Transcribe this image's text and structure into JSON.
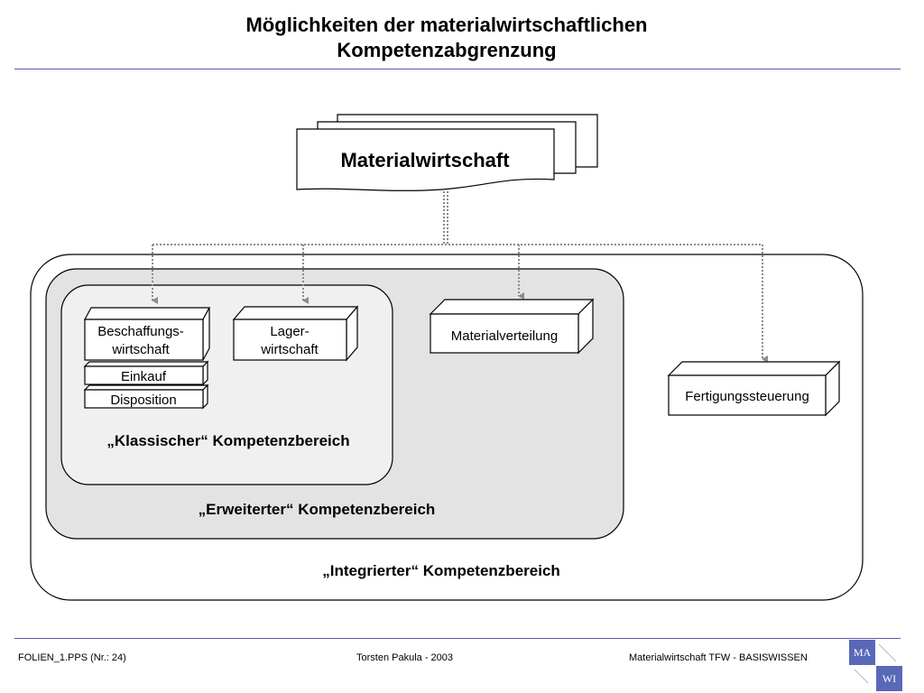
{
  "slide": {
    "title_line1": "Möglichkeiten der materialwirtschaftlichen",
    "title_line2": "Kompetenzabgrenzung"
  },
  "diagram": {
    "root": "Materialwirtschaft",
    "boxes": {
      "beschaffung_line1": "Beschaffungs-",
      "beschaffung_line2": "wirtschaft",
      "einkauf": "Einkauf",
      "disposition": "Disposition",
      "lager_line1": "Lager-",
      "lager_line2": "wirtschaft",
      "materialverteilung": "Materialverteilung",
      "fertigungssteuerung": "Fertigungssteuerung"
    },
    "zones": {
      "klassisch": "„Klassischer“ Kompetenzbereich",
      "erweitert": "„Erweiterter“ Kompetenzbereich",
      "integriert": "„Integrierter“ Kompetenzbereich"
    },
    "colors": {
      "integrated_fill": "#ffffff",
      "extended_fill": "#e3e3e3",
      "classic_fill": "#f0f0f0",
      "connector": "#8c8c8c"
    }
  },
  "footer": {
    "left": "FOLIEN_1.PPS (Nr.: 24)",
    "center": "Torsten Pakula - 2003",
    "right": "Materialwirtschaft TFW - BASISWISSEN"
  },
  "logo": {
    "top": "MA",
    "bottom": "WI",
    "color": "#5a68b8"
  }
}
